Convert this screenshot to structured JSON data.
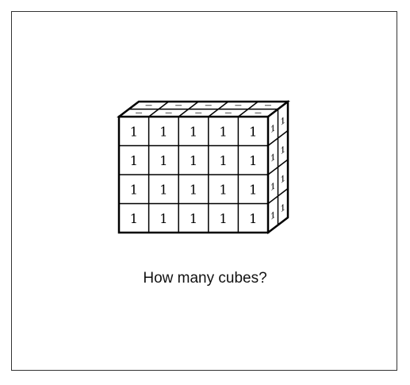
{
  "diagram": {
    "cube_label": "1",
    "rows": 4,
    "columns": 5,
    "depth": 2,
    "stroke_color": "#000000",
    "fill_color": "#ffffff"
  },
  "question": {
    "text": "How many cubes?"
  }
}
